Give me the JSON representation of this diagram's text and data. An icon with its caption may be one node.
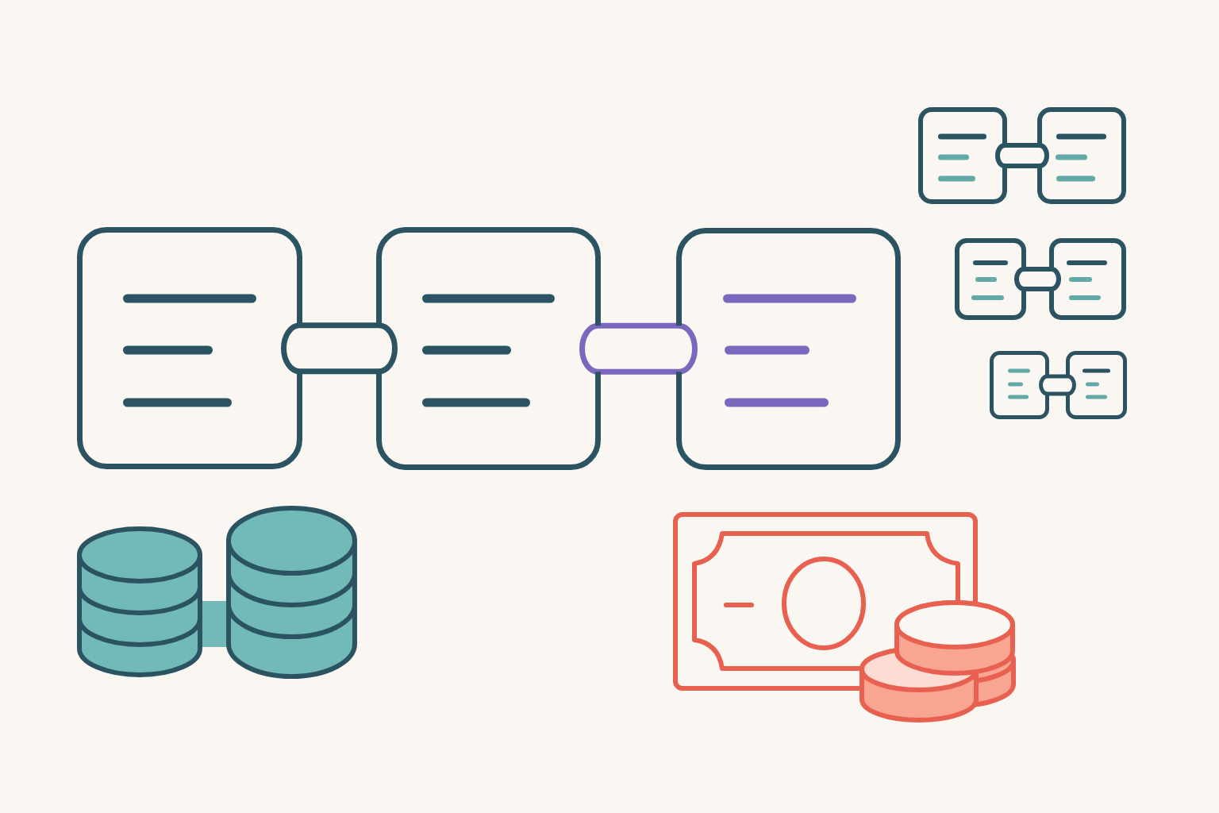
{
  "diagram": {
    "nodes": [
      {
        "text": [],
        "shape": "box"
      },
      {
        "text": [],
        "shape": "box"
      },
      {
        "text": [],
        "shape": "box"
      },
      {
        "text": [],
        "shape": "box"
      },
      {
        "text": [],
        "shape": "box"
      },
      {
        "text": [],
        "shape": "box"
      },
      {
        "text": [],
        "shape": "box"
      },
      {
        "text": [],
        "shape": "box"
      },
      {
        "text": [],
        "shape": "box"
      },
      {
        "text": [],
        "shape": "cylinder"
      },
      {
        "text": [],
        "shape": "cylinder"
      }
    ],
    "edges": [
      {
        "from": 0,
        "to": 1,
        "arrow": "none"
      },
      {
        "from": 1,
        "to": 2,
        "arrow": "none",
        "color": "#7b68be"
      },
      {
        "from": 3,
        "to": 4,
        "arrow": "none"
      },
      {
        "from": 5,
        "to": 6,
        "arrow": "none"
      },
      {
        "from": 7,
        "to": 8,
        "arrow": "none"
      },
      {
        "from": 9,
        "to": 10,
        "arrow": "none",
        "style": "thick",
        "color": "#72bab7"
      }
    ]
  }
}
